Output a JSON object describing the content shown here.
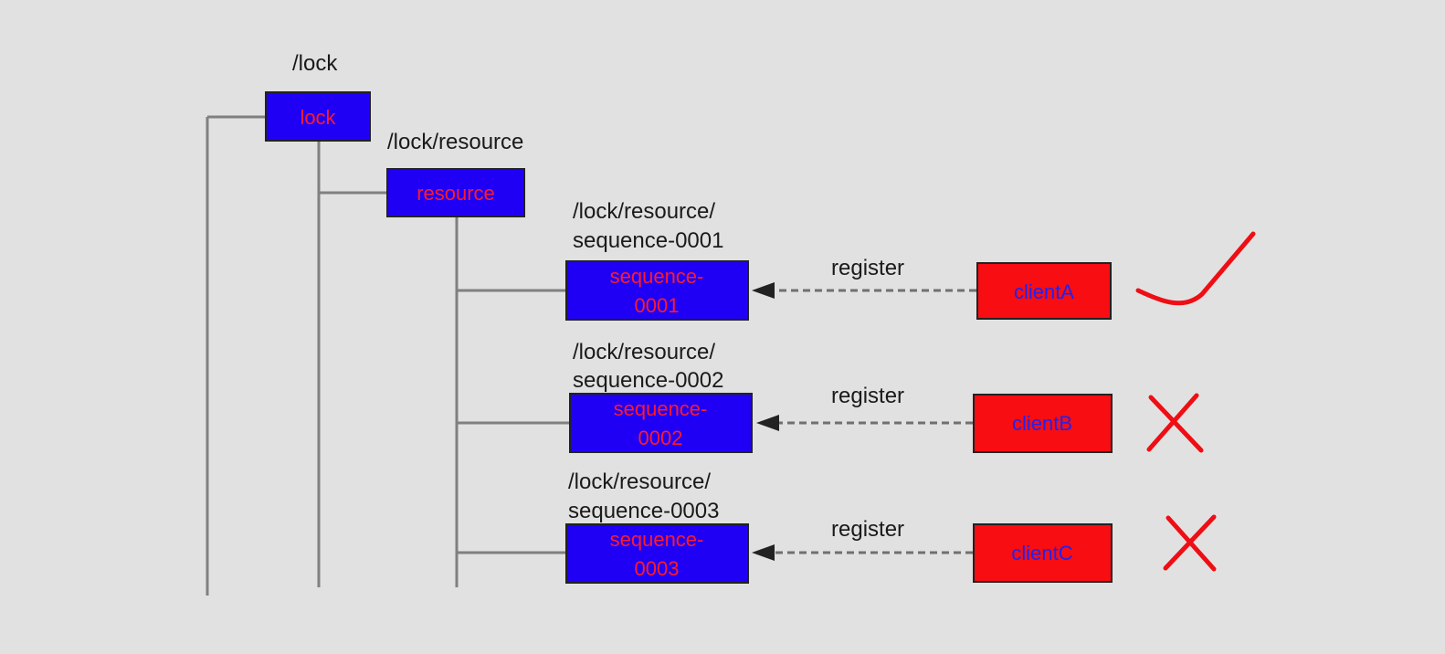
{
  "paths": {
    "lock": "/lock",
    "resource": "/lock/resource",
    "seq1_line1": "/lock/resource/",
    "seq1_line2": "sequence-0001",
    "seq2_line1": "/lock/resource/",
    "seq2_line2": "sequence-0002",
    "seq3_line1": "/lock/resource/",
    "seq3_line2": "sequence-0003"
  },
  "nodes": {
    "lock": "lock",
    "resource": "resource",
    "seq1_line1": "sequence-",
    "seq1_line2": "0001",
    "seq2_line1": "sequence-",
    "seq2_line2": "0002",
    "seq3_line1": "sequence-",
    "seq3_line2": "0003"
  },
  "clients": {
    "a": "clientA",
    "b": "clientB",
    "c": "clientC"
  },
  "edges": {
    "register_a": "register",
    "register_b": "register",
    "register_c": "register"
  },
  "marks": {
    "a": "check-mark",
    "b": "cross-mark",
    "c": "cross-mark"
  },
  "colors": {
    "background": "#e2e1e2",
    "node_blue": "#1f00f5",
    "client_red": "#f70d12",
    "mark_red": "#ee0e14"
  }
}
